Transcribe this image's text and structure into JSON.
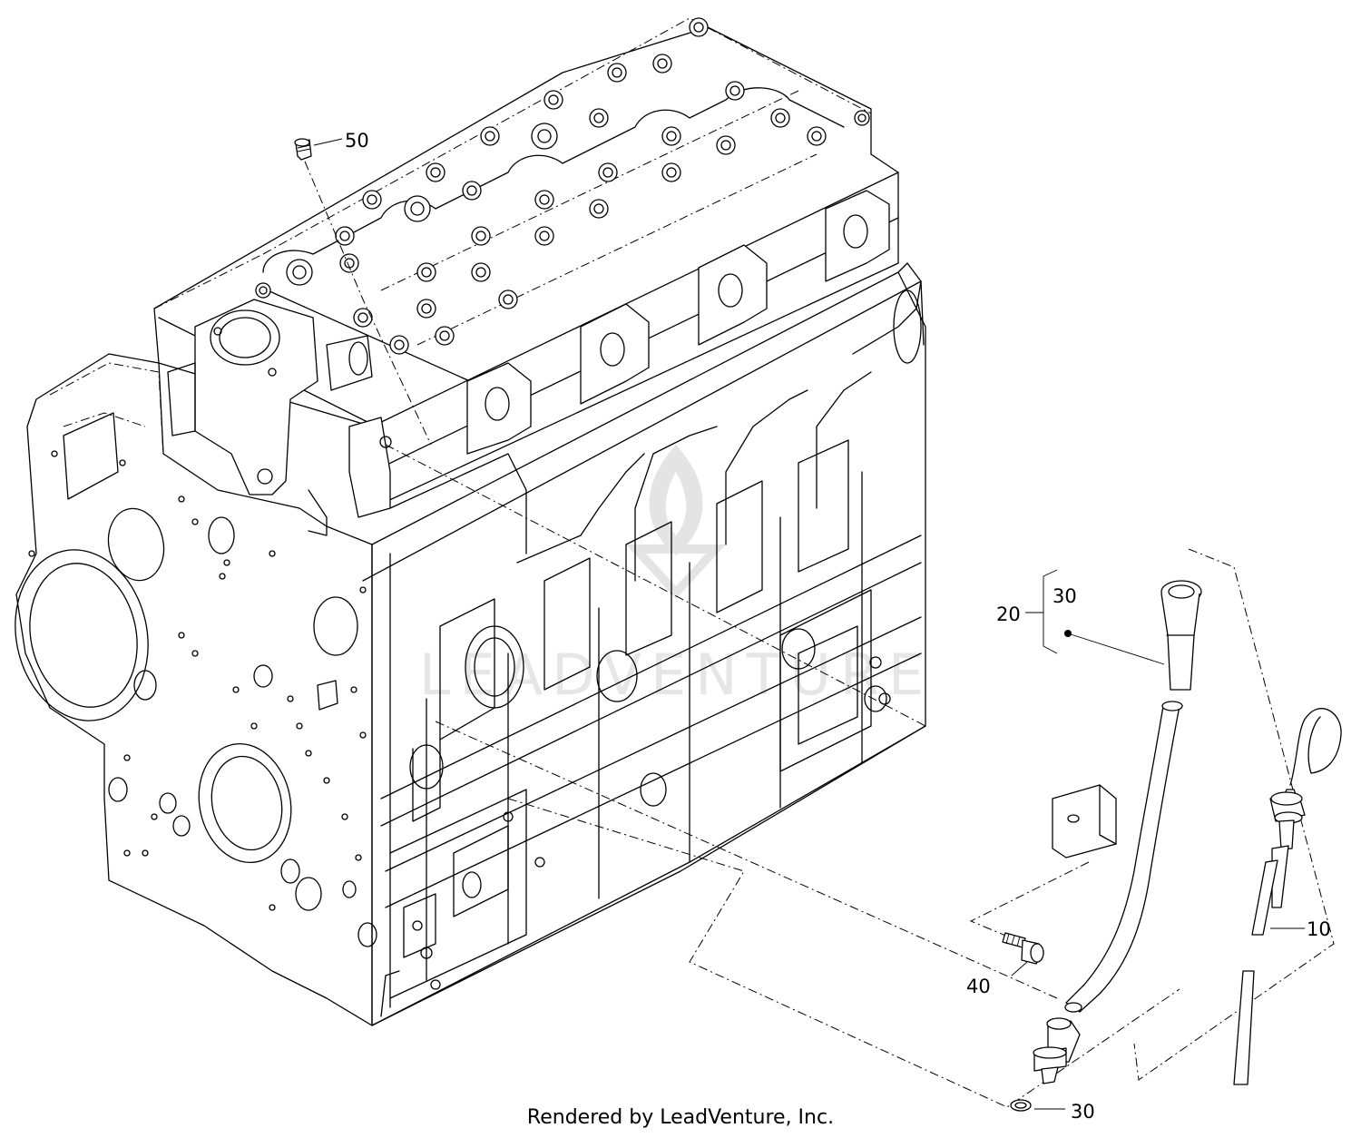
{
  "watermark": {
    "text": "LEADVENTURE"
  },
  "footer": {
    "credit": "Rendered by LeadVenture, Inc."
  },
  "callouts": {
    "item_50": "50",
    "item_20": "20",
    "item_30_top": "30",
    "item_10": "10",
    "item_40": "40",
    "item_30_bottom": "30"
  },
  "colors": {
    "line": "#000000",
    "watermark": "#e4e4e4",
    "background": "#ffffff"
  }
}
